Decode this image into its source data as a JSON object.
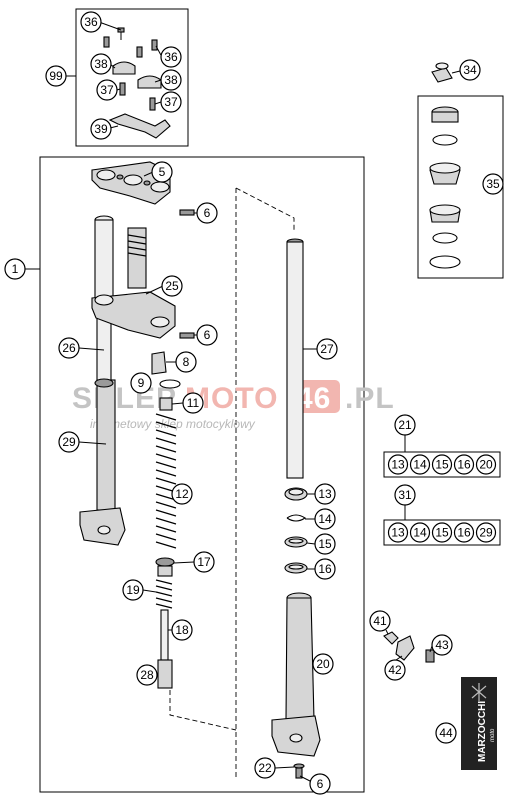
{
  "callouts": {
    "c1": "1",
    "c5": "5",
    "c6a": "6",
    "c6b": "6",
    "c6c": "6",
    "c8": "8",
    "c9": "9",
    "c11": "11",
    "c12": "12",
    "c13": "13",
    "c14": "14",
    "c15": "15",
    "c16": "16",
    "c17": "17",
    "c18": "18",
    "c19": "19",
    "c20": "20",
    "c21": "21",
    "c22": "22",
    "c25": "25",
    "c26": "26",
    "c27": "27",
    "c28": "28",
    "c29": "29",
    "c31": "31",
    "c34": "34",
    "c35": "35",
    "c36a": "36",
    "c36b": "36",
    "c37a": "37",
    "c37b": "37",
    "c38a": "38",
    "c38b": "38",
    "c39": "39",
    "c41": "41",
    "c42": "42",
    "c43": "43",
    "c44": "44",
    "c99": "99"
  },
  "kit21": [
    "13",
    "14",
    "15",
    "16",
    "20"
  ],
  "kit31": [
    "13",
    "14",
    "15",
    "16",
    "29"
  ],
  "watermark": {
    "left": "SKLEP",
    "middle": "MOTO",
    "number": "46",
    "suffix": ".PL",
    "tagline": "internetowy sklep motocyklowy",
    "gray": "#c4c4c4",
    "accent": "#f2b6b0"
  },
  "logo": {
    "brand": "MARZOCCHI",
    "sub": "moto"
  }
}
